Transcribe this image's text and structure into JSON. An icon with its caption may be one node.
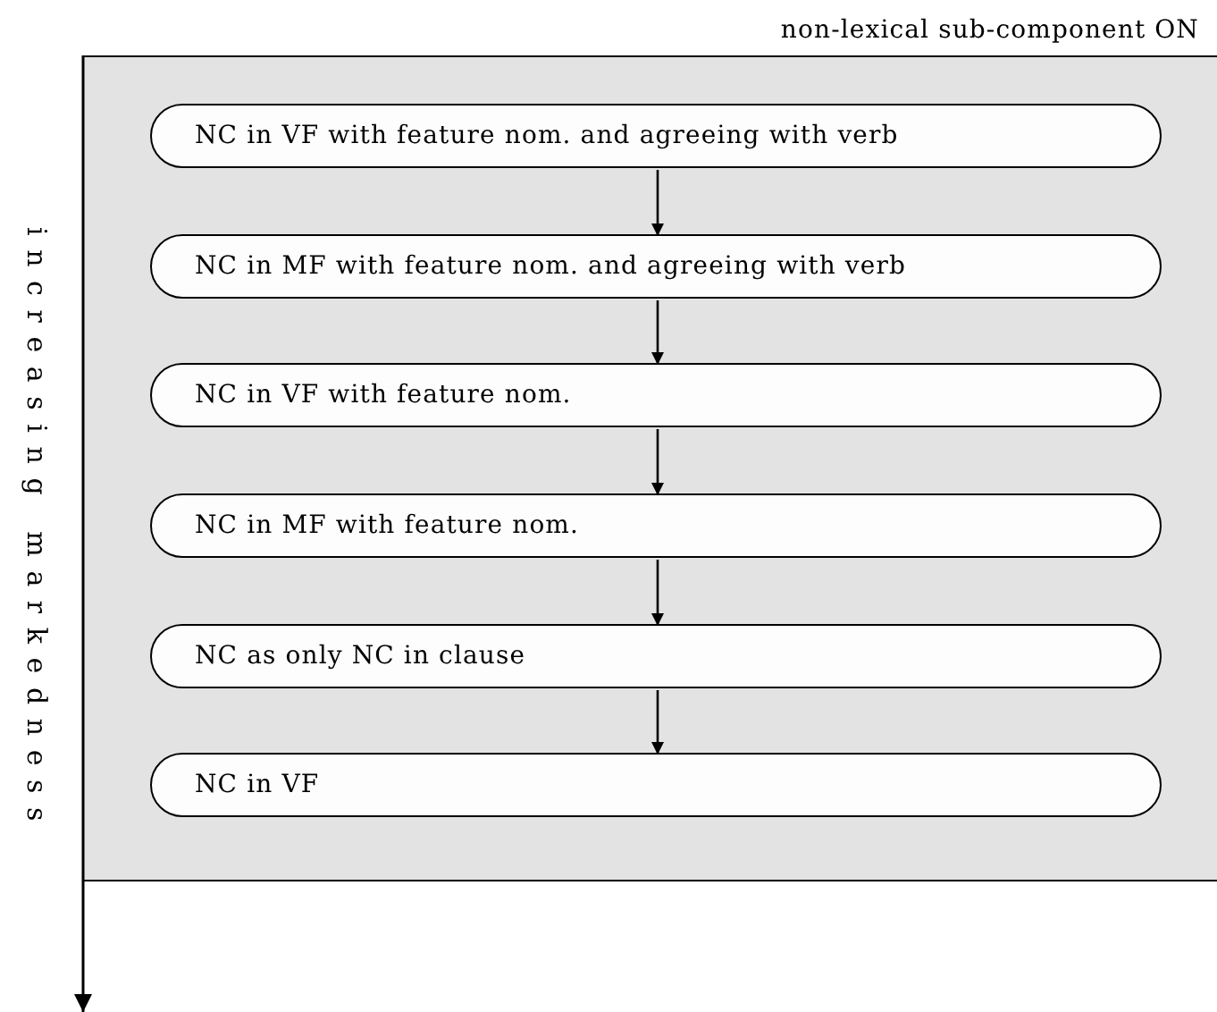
{
  "diagram": {
    "nodes": [
      {
        "text": [
          "non-lexical sub-component ON"
        ]
      },
      {
        "text": [
          "NC in VF with feature nom. and agreeing with verb"
        ],
        "in": 0
      },
      {
        "text": [
          "NC in MF with feature nom. and agreeing with verb"
        ],
        "in": 0
      },
      {
        "text": [
          "NC in VF with feature nom."
        ],
        "in": 0
      },
      {
        "text": [
          "NC in MF with feature nom."
        ],
        "in": 0
      },
      {
        "text": [
          "NC as only NC in clause"
        ],
        "in": 0
      },
      {
        "text": [
          "NC in VF"
        ],
        "in": 0
      }
    ],
    "edges": [
      {
        "from": 1,
        "to": 2,
        "arrow": "to"
      },
      {
        "from": 2,
        "to": 3,
        "arrow": "to"
      },
      {
        "from": 3,
        "to": 4,
        "arrow": "to"
      },
      {
        "from": 4,
        "to": 5,
        "arrow": "to"
      },
      {
        "from": 5,
        "to": 6,
        "arrow": "to"
      }
    ],
    "labels": [
      "increasing markedness"
    ]
  }
}
